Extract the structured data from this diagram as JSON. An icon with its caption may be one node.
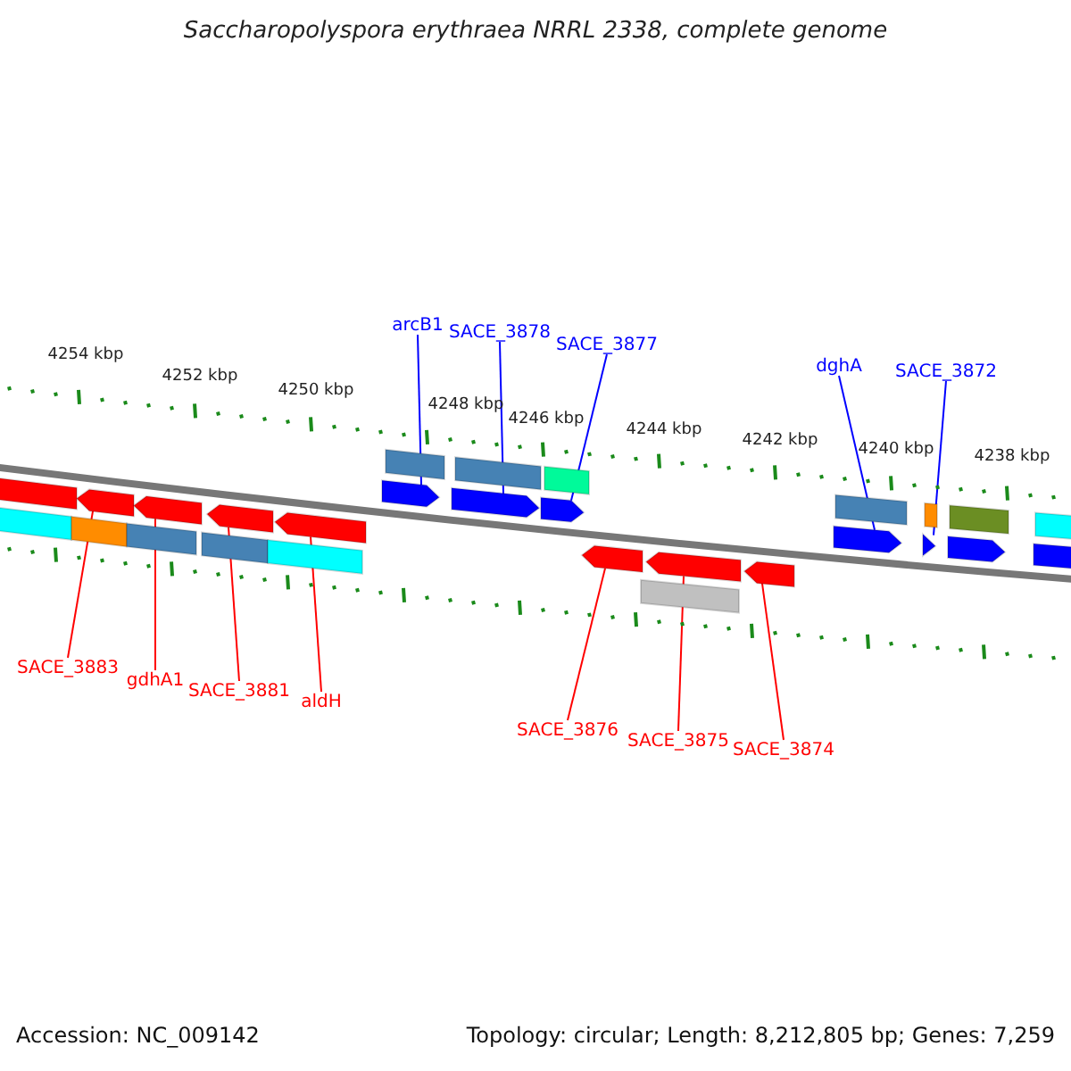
{
  "diagram": {
    "title": "Saccharopolyspora erythraea NRRL 2338, complete genome",
    "nodes": [
      {
        "text": [
          "arcB1"
        ]
      },
      {
        "text": [
          "SACE_3878"
        ]
      },
      {
        "text": [
          "SACE_3877"
        ]
      },
      {
        "text": [
          "dghA"
        ]
      },
      {
        "text": [
          "SACE_3872"
        ]
      },
      {
        "text": [
          "SACE_3883"
        ]
      },
      {
        "text": [
          "gdhA1"
        ]
      },
      {
        "text": [
          "SACE_3881"
        ]
      },
      {
        "text": [
          "aldH"
        ]
      },
      {
        "text": [
          "SACE_3876"
        ]
      },
      {
        "text": [
          "SACE_3875"
        ]
      },
      {
        "text": [
          "SACE_3874"
        ]
      },
      {
        "text": [],
        "shape": "arrow"
      },
      {
        "text": [],
        "shape": "arrow"
      },
      {
        "text": [],
        "shape": "arrow"
      },
      {
        "text": [],
        "shape": "arrow"
      },
      {
        "text": [],
        "shape": "arrow"
      },
      {
        "text": [],
        "shape": "arrow"
      },
      {
        "text": [],
        "shape": "arrow"
      },
      {
        "text": [],
        "shape": "arrow"
      },
      {
        "text": [],
        "shape": "arrow"
      },
      {
        "text": [],
        "shape": "arrow"
      },
      {
        "text": [],
        "shape": "arrow"
      },
      {
        "text": [],
        "shape": "arrow"
      },
      {
        "text": [],
        "shape": "arrow"
      },
      {
        "text": [],
        "shape": "arrow"
      },
      {
        "text": [],
        "shape": "arrow"
      }
    ],
    "edges": [
      {
        "from": 0,
        "to": 12,
        "arrow": "none",
        "color": "#0000ff"
      },
      {
        "from": 1,
        "to": 13,
        "arrow": "none",
        "color": "#0000ff"
      },
      {
        "from": 2,
        "to": 14,
        "arrow": "none",
        "color": "#0000ff"
      },
      {
        "from": 3,
        "to": 15,
        "arrow": "none",
        "color": "#0000ff"
      },
      {
        "from": 4,
        "to": 16,
        "arrow": "none",
        "color": "#0000ff"
      },
      {
        "from": 5,
        "to": 17,
        "arrow": "none"
      },
      {
        "from": 6,
        "to": 18,
        "arrow": "none"
      },
      {
        "from": 7,
        "to": 19,
        "arrow": "none"
      },
      {
        "from": 8,
        "to": 20,
        "arrow": "none"
      },
      {
        "from": 9,
        "to": 21,
        "arrow": "none"
      },
      {
        "from": 10,
        "to": 22,
        "arrow": "none"
      },
      {
        "from": 11,
        "to": 23,
        "arrow": "none"
      }
    ],
    "labels": [
      "4254 kbp",
      "4252 kbp",
      "4250 kbp",
      "4248 kbp",
      "4246 kbp",
      "4244 kbp",
      "4242 kbp",
      "4240 kbp",
      "4238 kbp",
      "Accession: NC_009142",
      "Topology: circular; Length: 8,212,805 bp; Genes: 7,259"
    ]
  }
}
